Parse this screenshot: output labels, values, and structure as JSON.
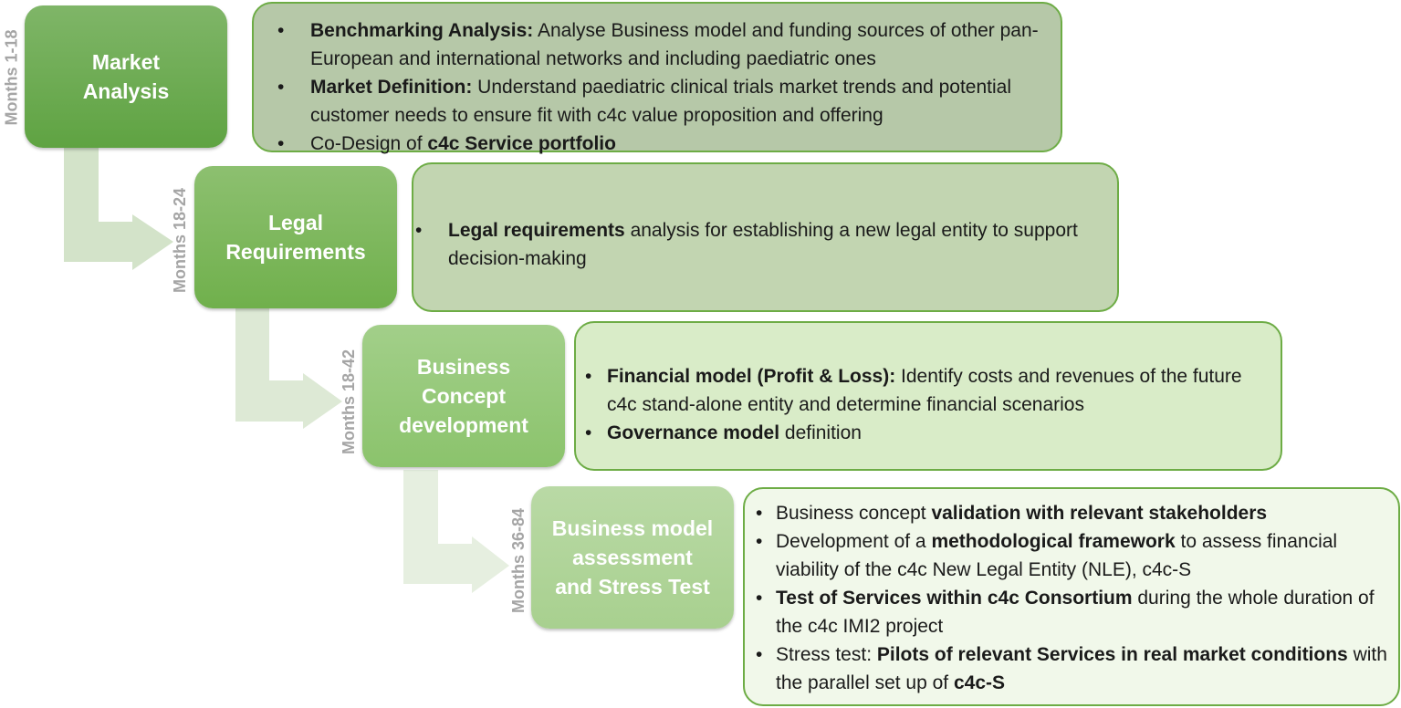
{
  "phases": [
    {
      "title": "Market\nAnalysis",
      "months": "Months 1-18",
      "items": [
        [
          {
            "t": "Benchmarking Analysis:",
            "b": true
          },
          {
            "t": " Analyse Business model and funding sources of other pan-European and international networks and including paediatric ones",
            "b": false
          }
        ],
        [
          {
            "t": "Market Definition:",
            "b": true
          },
          {
            "t": " Understand paediatric clinical trials market trends and potential customer needs to ensure fit with c4c value proposition and offering",
            "b": false
          }
        ],
        [
          {
            "t": "Co-Design of ",
            "b": false
          },
          {
            "t": "c4c Service portfolio",
            "b": true
          }
        ]
      ]
    },
    {
      "title": "Legal\nRequirements",
      "months": "Months 18-24",
      "items": [
        [
          {
            "t": "Legal requirements",
            "b": true
          },
          {
            "t": " analysis for establishing a new legal entity to support decision-making",
            "b": false
          }
        ]
      ]
    },
    {
      "title": "Business\nConcept\ndevelopment",
      "months": "Months 18-42",
      "items": [
        [
          {
            "t": "Financial model (Profit & Loss):",
            "b": true
          },
          {
            "t": " Identify costs and revenues of the future c4c stand-alone entity and determine financial scenarios",
            "b": false
          }
        ],
        [
          {
            "t": "Governance model",
            "b": true
          },
          {
            "t": " definition",
            "b": false
          }
        ]
      ]
    },
    {
      "title": "Business model\nassessment\nand Stress Test",
      "months": "Months 36-84",
      "items": [
        [
          {
            "t": "Business concept ",
            "b": false
          },
          {
            "t": "validation with relevant stakeholders",
            "b": true
          }
        ],
        [
          {
            "t": "Development of a ",
            "b": false
          },
          {
            "t": "methodological framework",
            "b": true
          },
          {
            "t": " to assess financial viability of the c4c New Legal Entity (NLE), c4c-S",
            "b": false
          }
        ],
        [
          {
            "t": "Test of Services within c4c Consortium",
            "b": true
          },
          {
            "t": " during the whole duration of the c4c IMI2 project",
            "b": false
          }
        ],
        [
          {
            "t": "Stress test: ",
            "b": false
          },
          {
            "t": "Pilots of relevant Services in real market conditions",
            "b": true
          },
          {
            "t": " with the parallel set up of ",
            "b": false
          },
          {
            "t": "c4c-S",
            "b": true
          }
        ]
      ]
    }
  ],
  "bullet": "•",
  "colors": {
    "phase_fills": [
      "#5fa342",
      "#70b04c",
      "#8bc36c",
      "#a8d08f"
    ],
    "panel_fills": [
      "#b6c8a8",
      "#c2d5b1",
      "#d9ecc8",
      "#f1f8ea"
    ],
    "arrow": [
      "#d3e3c9",
      "#dde9d5",
      "#e6efe0"
    ],
    "panel_border": "#6dac45",
    "months_label": "#a5a5a5"
  }
}
